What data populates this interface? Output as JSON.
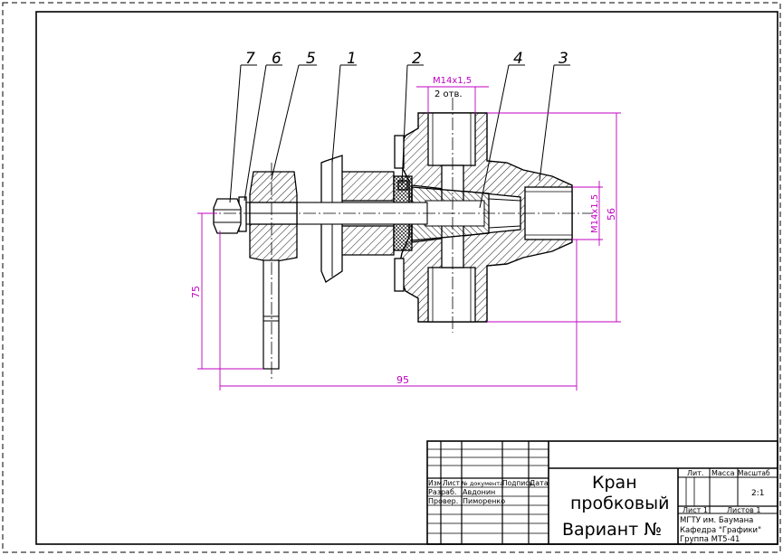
{
  "balloons": [
    "7",
    "6",
    "5",
    "1",
    "2",
    "4",
    "3"
  ],
  "dimensions": {
    "thread_top": "M14x1,5",
    "thread_top_count": "2 отв.",
    "thread_right": "M14x1,5",
    "height_right": "56",
    "height_left": "75",
    "width_bottom": "95"
  },
  "title_block": {
    "title_line1": "Кран",
    "title_line2": "пробковый",
    "variant": "Вариант №",
    "col_izm": "Изм.",
    "col_list": "Лист",
    "col_doc": "№ документа",
    "col_sign": "Подпись",
    "col_date": "Дата",
    "row_razrab_label": "Разраб.",
    "row_razrab_name": "Авдонин",
    "row_prover_label": "Провер.",
    "row_prover_name": "Пиморенко",
    "lit_label": "Лит.",
    "mass_label": "Масса",
    "scale_label": "Масштаб",
    "scale_value": "2:1",
    "sheet_label": "Лист 1",
    "sheets_label": "Листов 1",
    "org_line1": "МГТУ им. Баумана",
    "org_line2": "Кафедра \"Графики\"",
    "org_line3": "Группа МТ5-41"
  },
  "colors": {
    "lines": "#000000",
    "dimensions": "#c000c0"
  }
}
